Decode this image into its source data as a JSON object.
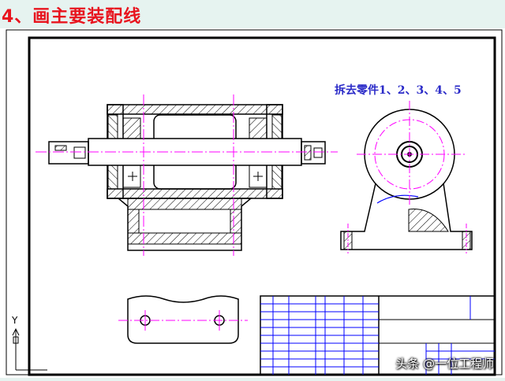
{
  "slide": {
    "title": "4、画主要装配线",
    "background": "#e6f3f0",
    "title_color": "#e8141e"
  },
  "drawing": {
    "annotation": "拆去零件1、2、3、4、5",
    "annotation_color": "#2b2bc8",
    "axis_label": "Y",
    "colors": {
      "outline": "#000000",
      "hatch": "#000000",
      "centerline": "#ff00ff",
      "hidden_line": "#0000ff",
      "title_block": "#0000ff"
    }
  },
  "watermark": {
    "text": "头条 @一位工程师"
  }
}
